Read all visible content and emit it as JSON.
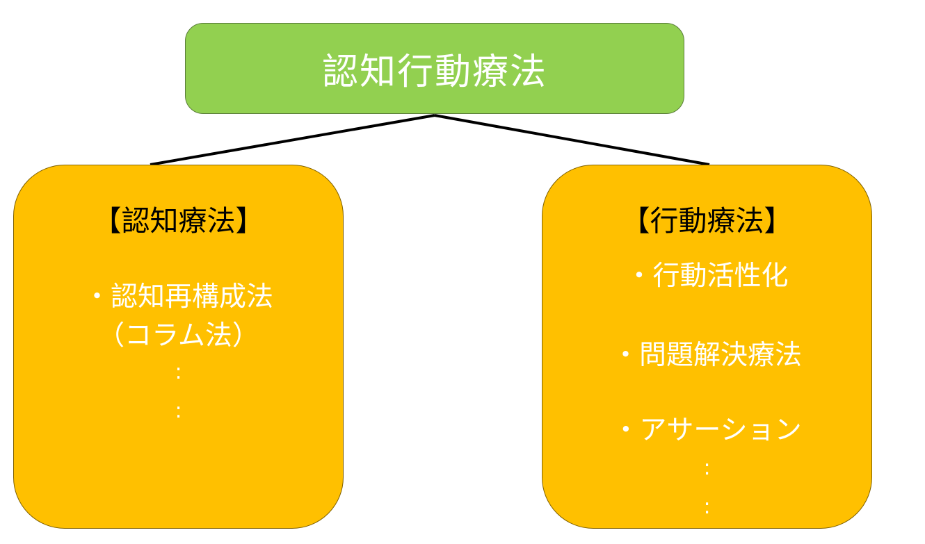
{
  "root": {
    "title": "認知行動療法",
    "color": "#92d050"
  },
  "branches": [
    {
      "title": "【認知療法】",
      "items": [
        "・認知再構成法",
        "（コラム法）"
      ],
      "continuation": [
        ":",
        ":"
      ],
      "color": "#ffc000"
    },
    {
      "title": "【行動療法】",
      "items": [
        "・行動活性化",
        "・問題解決療法",
        "・アサーション"
      ],
      "continuation": [
        ":",
        ":"
      ],
      "color": "#ffc000"
    }
  ]
}
